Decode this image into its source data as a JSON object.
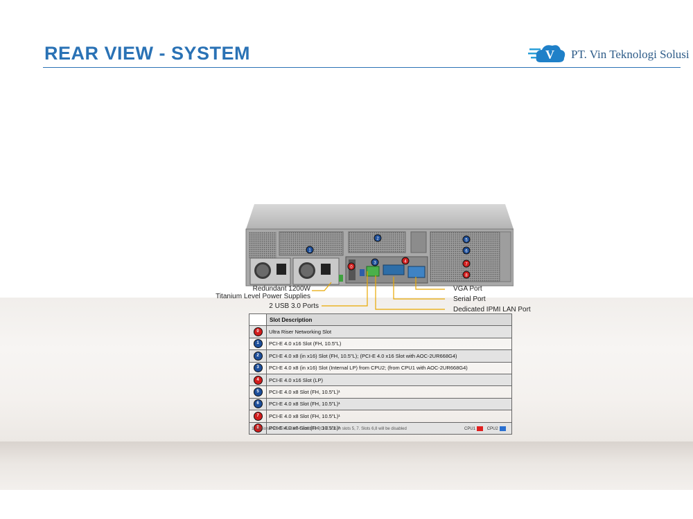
{
  "header": {
    "title": "REAR VIEW - SYSTEM",
    "company": "PT. Vin Teknologi Solusi",
    "logo_letter": "V"
  },
  "callouts": {
    "psu_line1": "Redundant 1200W",
    "psu_line2": "Titanium Level Power Supplies",
    "usb": "2 USB 3.0 Ports",
    "vga": "VGA Port",
    "serial": "Serial Port",
    "ipmi": "Dedicated IPMI LAN Port"
  },
  "chassis_badges": [
    "1",
    "2",
    "3",
    "0",
    "4",
    "5",
    "6",
    "7",
    "8"
  ],
  "table": {
    "header": "Slot Description",
    "rows": [
      {
        "num": "0",
        "cpu": "cpu1",
        "desc": "Ultra Riser Networking Slot"
      },
      {
        "num": "1",
        "cpu": "cpu2",
        "desc": "PCI-E 4.0 x16 Slot (FH, 10.5\"L)"
      },
      {
        "num": "2",
        "cpu": "cpu2",
        "desc": "PCI-E 4.0 x8 (in x16) Slot (FH, 10.5\"L); (PCI-E 4.0 x16 Slot with AOC-2UR668G4)"
      },
      {
        "num": "3",
        "cpu": "cpu2",
        "desc": "PCI-E 4.0 x8 (in x16) Slot (Internal LP) from CPU2; (from CPU1 with AOC-2UR668G4)"
      },
      {
        "num": "4",
        "cpu": "cpu1",
        "desc": "PCI-E 4.0 x16 Slot (LP)"
      },
      {
        "num": "5",
        "cpu": "cpu2",
        "desc": "PCI-E 4.0 x8 Slot (FH, 10.5\"L)¹"
      },
      {
        "num": "6",
        "cpu": "cpu2",
        "desc": "PCI-E 4.0 x8 Slot (FH, 10.5\"L)¹"
      },
      {
        "num": "7",
        "cpu": "cpu1",
        "desc": "PCI-E 4.0 x8 Slot (FH, 10.5\"L)¹"
      },
      {
        "num": "8",
        "cpu": "cpu1",
        "desc": "PCI-E 4.0 x8 Slot (FH, 10.5\"L)¹"
      }
    ],
    "footnote": "1. Optional RSC-W2-66G4 enables PCI-E x16 in slots 5, 7. Slots 6,8 will be disabled",
    "legend": [
      {
        "label": "CPU1",
        "color": "#e02020"
      },
      {
        "label": "CPU2",
        "color": "#2a6fd0"
      }
    ]
  },
  "colors": {
    "title_blue": "#2a72b5",
    "cpu1": "#d11d1d",
    "cpu2": "#1e4f9a",
    "callout_line": "#e8a800"
  }
}
